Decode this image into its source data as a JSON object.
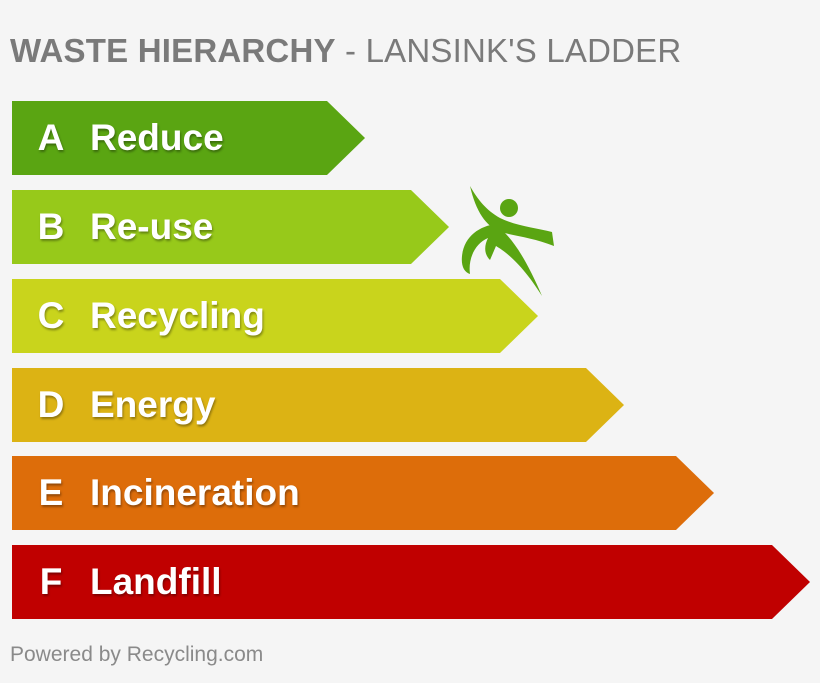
{
  "title": {
    "bold": "WASTE HIERARCHY",
    "separator": " - ",
    "light": "LANSINK'S LADDER"
  },
  "steps": [
    {
      "letter": "A",
      "label": "Reduce",
      "color": "#5aa512"
    },
    {
      "letter": "B",
      "label": "Re-use",
      "color": "#97c91a"
    },
    {
      "letter": "C",
      "label": "Recycling",
      "color": "#c9d41c"
    },
    {
      "letter": "D",
      "label": "Energy",
      "color": "#dcb314"
    },
    {
      "letter": "E",
      "label": "Incineration",
      "color": "#dd6d0a"
    },
    {
      "letter": "F",
      "label": "Landfill",
      "color": "#c00000"
    }
  ],
  "logo": {
    "icon": "recycling-figure-icon",
    "color": "#5aa512"
  },
  "footer": "Powered by Recycling.com"
}
